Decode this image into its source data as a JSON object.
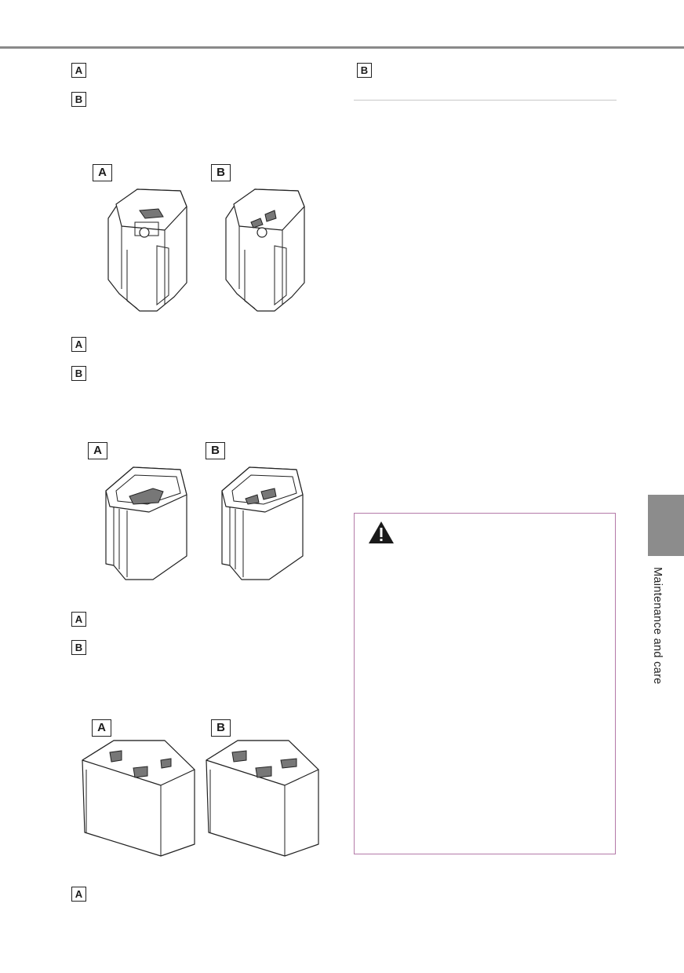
{
  "labels": {
    "a": "A",
    "b": "B"
  },
  "sidebar": {
    "section_title": "Maintenance and care"
  },
  "colors": {
    "warning_border": "#b47aa8",
    "side_tab": "#8c8c8c",
    "top_rule": "#8a8a8a"
  },
  "icons": {
    "warning": "warning-triangle-icon"
  }
}
